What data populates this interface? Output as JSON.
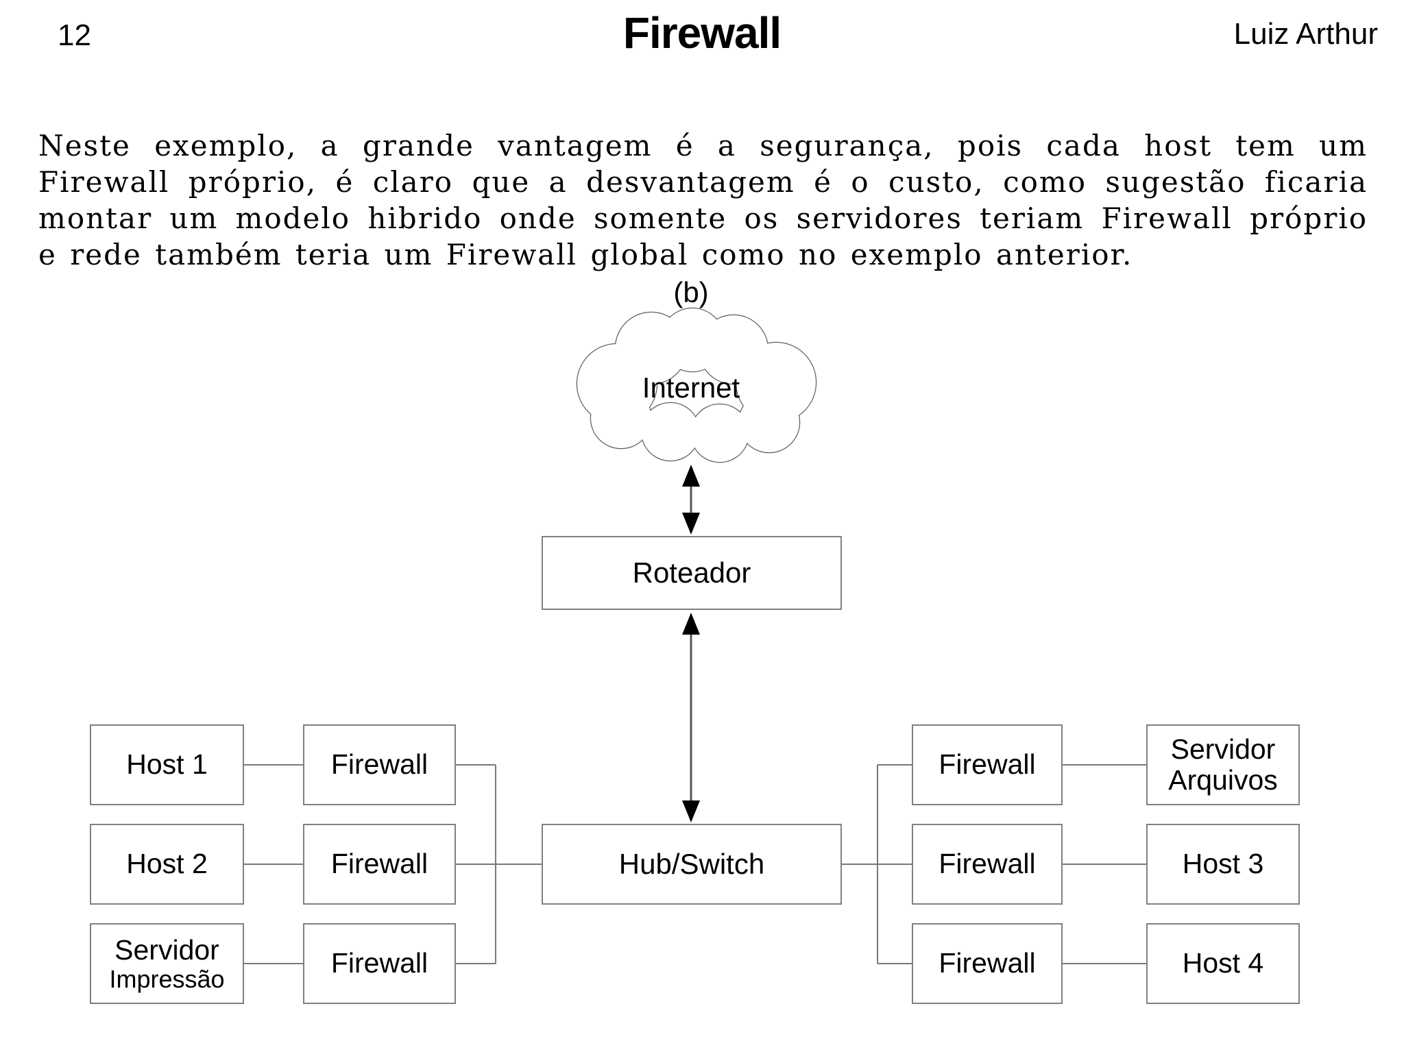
{
  "page": {
    "number": "12",
    "title": "Firewall",
    "author": "Luiz Arthur"
  },
  "paragraph": {
    "line1": "Neste exemplo, a grande vantagem é a segurança, pois cada host tem um",
    "line2": "Firewall próprio, é claro que a desvantagem é o custo, como sugestão ficaria",
    "line3": "montar um modelo hibrido onde somente os servidores teriam Firewall próprio",
    "line4": "e rede também teria um Firewall global como no exemplo anterior."
  },
  "figure": {
    "label": "(b)"
  },
  "diagram": {
    "internet_label": "Internet",
    "roteador_label": "Roteador",
    "hub_label": "Hub/Switch",
    "firewall_label": "Firewall",
    "host1_label": "Host 1",
    "host2_label": "Host 2",
    "host3_label": "Host 3",
    "host4_label": "Host 4",
    "servidor_impressao_line1": "Servidor",
    "servidor_impressao_line2": "Impressão",
    "servidor_arquivos_line1": "Servidor",
    "servidor_arquivos_line2": "Arquivos"
  },
  "colors": {
    "background": "#ffffff",
    "text": "#000000",
    "box_border": "#808080",
    "connector_line": "#787878",
    "arrow_head": "#000000",
    "cloud_outline": "#606060"
  }
}
